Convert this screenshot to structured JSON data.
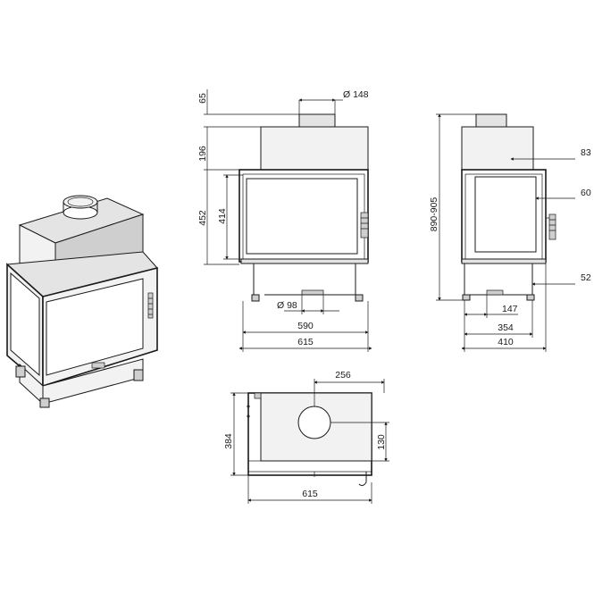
{
  "front_view": {
    "flue_diameter": "Ø 148",
    "top_height": "65",
    "chimney_height": "196",
    "body_height": "452",
    "door_height": "414",
    "air_inlet_diameter": "Ø 98",
    "door_width": "590",
    "total_width": "615"
  },
  "side_view": {
    "total_height": "890-905",
    "top_offset": "83",
    "handle_offset": "60",
    "base_offset": "52",
    "foot_offset": "147",
    "body_depth": "354",
    "total_depth": "410"
  },
  "top_view": {
    "flue_offset": "256",
    "flue_side_offset": "130",
    "depth": "384",
    "width": "615"
  }
}
